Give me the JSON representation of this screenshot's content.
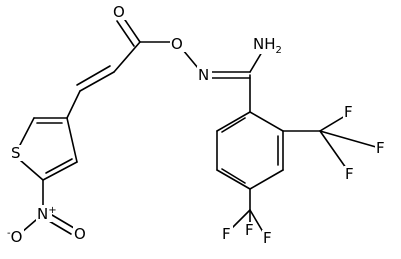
{
  "molecule": {
    "atoms": {
      "carbonyl_o": "O",
      "ester_o": "O",
      "oxime_n": "N",
      "amine": "NH",
      "amine_sub": "2",
      "sulfur": "S",
      "nitro_n": "N",
      "nitro_n_charge": "+",
      "nitro_o_top": "O",
      "nitro_o_left": "O",
      "nitro_o_charge": "-",
      "cf3_right": {
        "f1": "F",
        "f2": "F",
        "f3": "F"
      },
      "cf3_bottom": {
        "f1": "F",
        "f2": "F",
        "f3": "F"
      }
    }
  }
}
